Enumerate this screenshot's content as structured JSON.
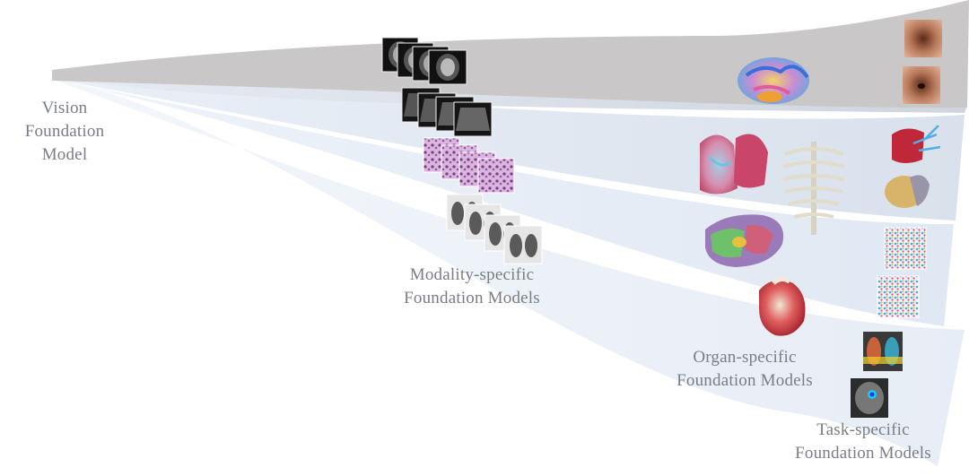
{
  "labels": {
    "vision": [
      "Vision",
      "Foundation",
      "Model"
    ],
    "modality": [
      "Modality-specific",
      "Foundation Models"
    ],
    "organ": [
      "Organ-specific",
      "Foundation Models"
    ],
    "task": [
      "Task-specific",
      "Foundation Models"
    ]
  },
  "colors": {
    "band_top": "#c8c6c6",
    "band_2": "#d2d6de",
    "band_3": "#dbe3ee",
    "band_4": "#e3ebf6",
    "band_5": "#eaf0f8",
    "text": "#7a7d86"
  },
  "image_groups": {
    "mri_stack": "brain-mri-slices",
    "ultrasound_stack": "ultrasound-scans",
    "pathology_stack": "pathology-tiles",
    "xray_stack": "chest-xray-images",
    "brain_3d": "segmented-brain-3d",
    "liver_lungs": "lung-lobes-3d",
    "skeleton": "ribcage-skeleton-3d",
    "liver_3d": "liver-segments-3d",
    "heart_3d": "heart-3d",
    "endoscopy": "endoscopy-frames",
    "liver_vessels": "liver-vessel-3d",
    "cells": "cell-segmentation-tiles",
    "lung_xray_seg": "lung-segmentation-xray",
    "tumor_ct": "tumor-ct-slice"
  }
}
